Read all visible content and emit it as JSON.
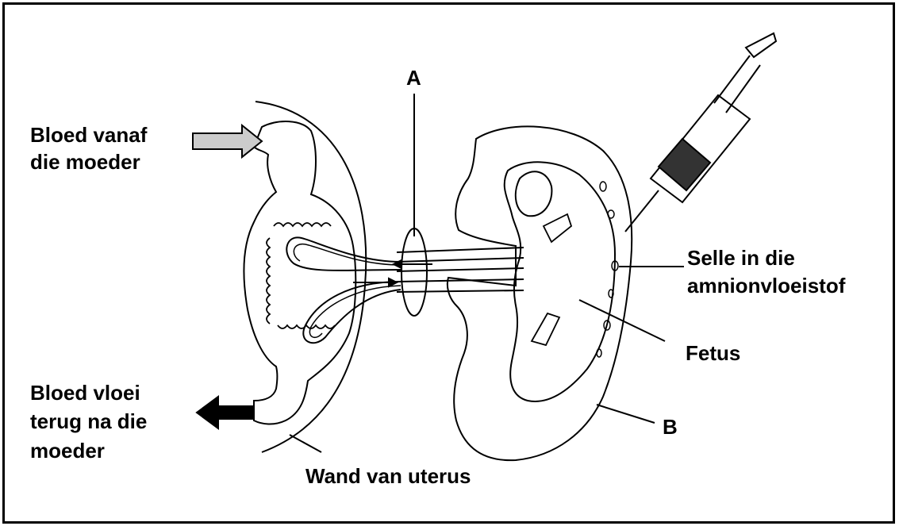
{
  "labels": {
    "blood_in_line1": "Bloed vanaf",
    "blood_in_line2": "die moeder",
    "blood_out_line1": "Bloed vloei",
    "blood_out_line2": "terug na die",
    "blood_out_line3": "moeder",
    "label_a": "A",
    "label_b": "B",
    "cells_line1": "Selle in die",
    "cells_line2": "amnionvloeistof",
    "fetus": "Fetus",
    "uterus_wall": "Wand van uterus"
  },
  "colors": {
    "stroke": "#000000",
    "arrow_in_fill": "#cccccc",
    "arrow_out_fill": "#000000",
    "syringe_hatch": "#333333"
  }
}
